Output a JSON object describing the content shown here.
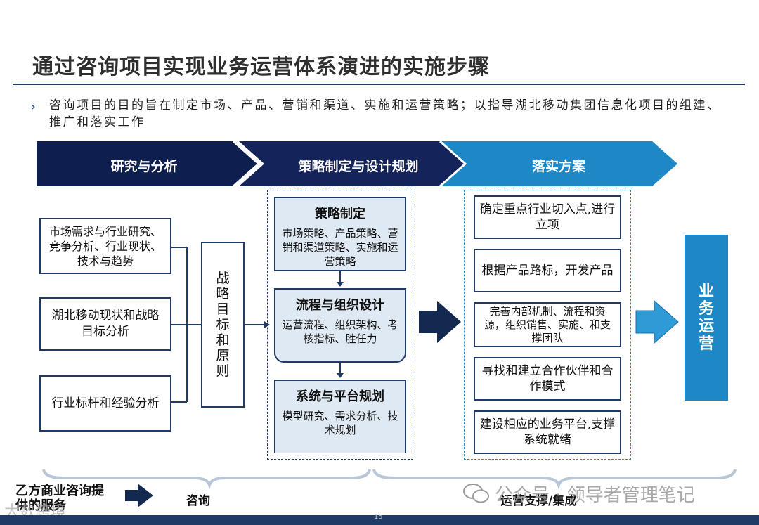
{
  "title": "通过咨询项目实现业务运营体系演进的实施步骤",
  "bullet": {
    "mark": "›",
    "text": "咨询项目的目的旨在制定市场、产品、营销和渠道、实施和运营策略；以指导湖北移动集团信息化项目的组建、推广和落实工作"
  },
  "phases": [
    {
      "label": "研究与分析",
      "color": "#0d1e4f"
    },
    {
      "label": "策略制定与设计规划",
      "color": "#14235a"
    },
    {
      "label": "落实方案",
      "color": "#1e88c6"
    }
  ],
  "research": {
    "items": [
      "市场需求与行业研究、竞争分析、行业现状、技术与趋势",
      "湖北移动现状和战略目标分析",
      "行业标杆和经验分析"
    ],
    "strategy_box": "战略目标和原则"
  },
  "strategy": {
    "panels": [
      {
        "heading": "策略制定",
        "body": "市场策略、产品策略、营销和渠道策略、实施和运营策略"
      },
      {
        "heading": "流程与组织设计",
        "body": "运营流程、组织架构、考核指标、胜任力"
      },
      {
        "heading": "系统与平台规划",
        "body": "模型研究、需求分析、技术规划"
      }
    ]
  },
  "implementation": {
    "items": [
      "确定重点行业切入点,进行立项",
      "根据产品路标，开发产品",
      "完善内部机制、流程和资源，组织销售、实施、和支撑团队",
      "寻找和建立合作伙伴和合作模式",
      "建设相应的业务平台,支撑系统就绪"
    ]
  },
  "business_ops": "业务运营",
  "bottom": {
    "left": "乙方商业咨询提供的服务",
    "consult": "咨询",
    "ops": "运营支撑/集成"
  },
  "watermark": "公众号 · 领导者管理笔记",
  "watermark2": "大数跨境",
  "page_number": "15",
  "colors": {
    "dark_navy": "#0d1e4f",
    "navy": "#1f3b66",
    "light_blue": "#1e88c6",
    "panel_fill": "#dfe9f3"
  }
}
